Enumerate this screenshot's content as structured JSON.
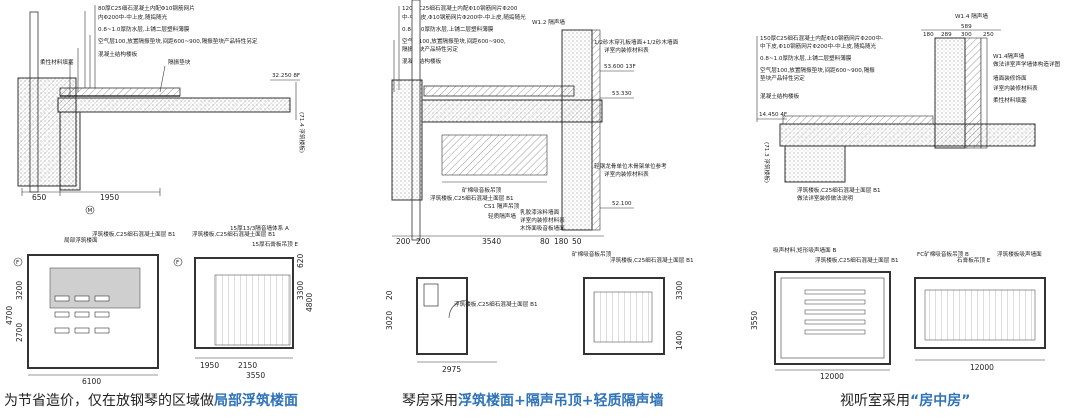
{
  "panel1": {
    "notes": [
      "80厚C25细石混凝土内配Φ10钢筋网片",
      "内Φ200中-中上皮,随捣随光",
      "0.8~1.0厚防水层,上铺二层塑料薄膜",
      "空气层100,放置隔振垫块,间距600~900,隔振垫块产品特性另定",
      "混凝土结构楼板",
      "柔性材料填塞",
      "隔振垫块"
    ],
    "elev_1": "32.250 8F",
    "elev_2": "(71.4 浮筑楼板)",
    "dim_650": "650",
    "dim_1950": "1950",
    "axis_mark": "M",
    "plan_left": {
      "labels": [
        "局部浮筑楼面",
        "浮筑楼板,C25细石混凝土面层 B1"
      ],
      "dims": [
        "6100",
        "4700",
        "2700",
        "3200"
      ],
      "axis": "F"
    },
    "plan_right": {
      "labels": [
        "浮筑楼板,C25细石混凝土面层 B1",
        "15厚13/3隔音墙体系 A",
        "15厚石膏板吊顶 E"
      ],
      "dims": [
        "1950",
        "2150",
        "3550",
        "4800",
        "3300",
        "620"
      ],
      "axis": "F"
    }
  },
  "panel2": {
    "notes": [
      "120厚C25细石混凝土内配Φ10钢筋网片Φ200",
      "中-中上皮,Φ10钢筋网片Φ200中-中上皮,随捣随光",
      "0.8~1.0厚防水层,上铺二层塑料薄膜",
      "空气层100,放置隔振垫块,间距600~900,",
      "隔振垫块产品特性另定",
      "混凝土结构楼板"
    ],
    "wall_tag": "W1.2 隔声墙",
    "right_notes": [
      "1/2砂木穿孔板墙面+1/2砂木墙面",
      "详室内装修材料表",
      "轻钢龙骨单位木骨架单位参考",
      "详室内装修材料表",
      "矿棉吸音板吊顶",
      "浮筑楼板,C25细石混凝土面层 B1",
      "轻质隔声墙",
      "乳胶漆涂料墙面",
      "详室内装修材料表",
      "木饰面吸音板墙面"
    ],
    "elevs": [
      "53.600 13F",
      "53.330",
      "52.100"
    ],
    "cs_tag": "CS1 隔声吊顶",
    "dims_bottom": [
      "200",
      "200",
      "3540",
      "80",
      "180",
      "50"
    ],
    "plan_left": {
      "labels": [
        "浮筑楼板,C25细石混凝土面层 B1"
      ],
      "dims": [
        "2975",
        "3020",
        "20"
      ]
    },
    "plan_right": {
      "labels": [
        "矿棉吸音板吊顶",
        "浮筑楼板,C25细石混凝土面层 B1"
      ],
      "dims": [
        "3300",
        "1400"
      ]
    }
  },
  "panel3": {
    "wall_tag": "W1.4 隔声墙",
    "top_dims": [
      "589",
      "180",
      "289",
      "300",
      "250"
    ],
    "notes": [
      "150厚C25细石混凝土内配Φ10钢筋网片Φ200中-",
      "中下皮,Φ10钢筋网片Φ200中-中上皮,随捣随光",
      "0.8~1.0厚防水层,上铺二层塑料薄膜",
      "空气层100,放置隔振垫块,间距600~900,隔振",
      "垫块产品特性另定",
      "混凝土结构楼板"
    ],
    "right_notes": [
      "W1.4隔声墙",
      "做法详室声学墙体构造详图",
      "墙面装修饰面",
      "详室内装修材料表",
      "柔性材料填塞"
    ],
    "elev": "14.450 4F",
    "elev_2": "(71.3 浮筑楼板)",
    "bottom_notes": [
      "浮筑楼板,C25细石混凝土面层 B1",
      "做法详室装修做法说明"
    ],
    "plan_left": {
      "labels": [
        "吸声材料,矩形吸声墙面 B",
        "浮筑楼板,C25细石混凝土面层 B1"
      ],
      "dims": [
        "12000",
        "3550"
      ]
    },
    "plan_right": {
      "labels": [
        "FC矿棉吸音板吊顶 B",
        "石膏板吊顶 E",
        "浮筑楼板吸声墙面"
      ],
      "dims": [
        "12000"
      ]
    }
  },
  "captions": {
    "cap1_plain": "为节省造价，仅在放钢琴的区域做",
    "cap1_hl": "局部浮筑楼面",
    "cap2_plain": "琴房采用",
    "cap2_hl": "浮筑楼面+隔声吊顶+轻质隔声墙",
    "cap3_plain": "视听室采用",
    "cap3_hl": "“房中房”",
    "highlight_color": "#2f73b8"
  }
}
